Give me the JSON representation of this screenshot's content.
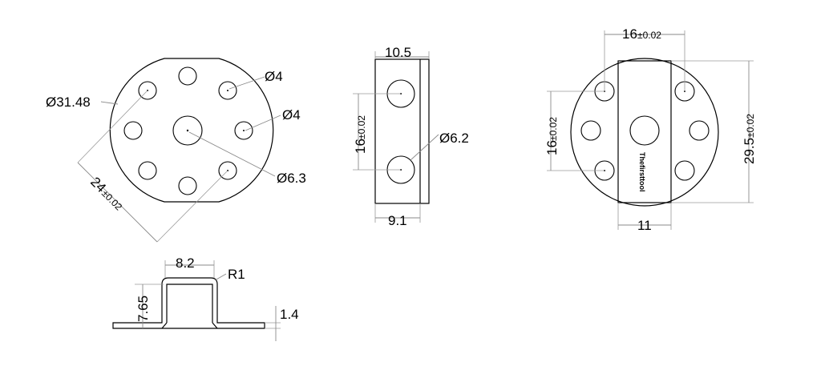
{
  "views": {
    "front": {
      "dia_outer": "Ø31.48",
      "dia_hole_1": "Ø4",
      "dia_hole_2": "Ø4",
      "dia_center": "Ø6.3",
      "pcd_main": "24",
      "pcd_tol": "±0.02"
    },
    "side": {
      "width_top": "10.5",
      "width_bottom": "9.1",
      "spacing_main": "16",
      "spacing_tol": "±0.02",
      "dia_hole": "Ø6.2"
    },
    "top": {
      "spacing_main": "16",
      "spacing_tol": "±0.02",
      "left_main": "16",
      "left_tol": "±0.02",
      "height_main": "29.5",
      "height_tol": "±0.02",
      "width_bottom": "11",
      "brand": "Thefirsttool"
    },
    "section": {
      "width_top": "8.2",
      "radius": "R1",
      "height": "7.65",
      "thickness": "1.4"
    }
  }
}
